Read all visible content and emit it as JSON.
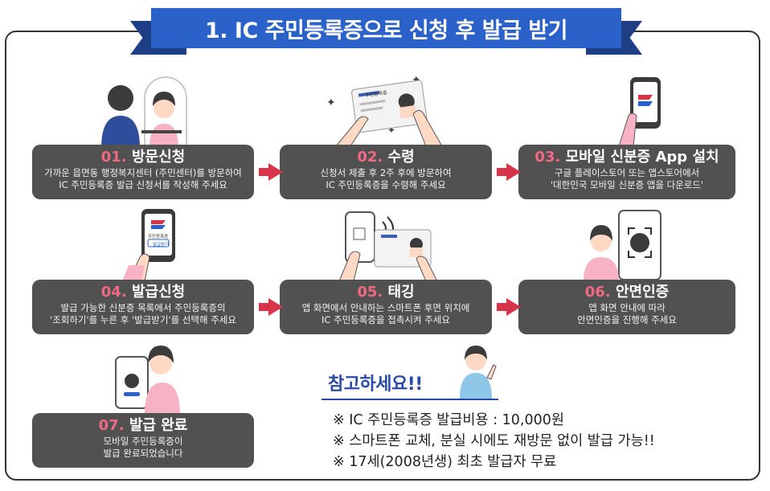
{
  "banner": {
    "title": "1. IC 주민등록증으로 신청 후 발급 받기"
  },
  "steps": [
    {
      "num": "01.",
      "title": "방문신청",
      "desc1": "가까운 읍면동 행정복지센터 (주민센터)를 방문하여",
      "desc2": "IC 주민등록증 발급 신청서를 작성해 주세요"
    },
    {
      "num": "02.",
      "title": "수령",
      "desc1": "신청서 제출 후 2주 후에 방문하여",
      "desc2": "IC 주민등록증을 수령해 주세요"
    },
    {
      "num": "03.",
      "title": "모바일 신분증 App 설치",
      "desc1": "구글 플레이스토어 또는 앱스토어에서",
      "desc2": "'대한민국 모바일 신분증 앱을 다운로드'"
    },
    {
      "num": "04.",
      "title": "발급신청",
      "desc1": "발급 가능한 신분증 목록에서 주민등록증의",
      "desc2": "'조회하기'를 누른 후 '발급받기'를 선택해 주세요"
    },
    {
      "num": "05.",
      "title": "태깅",
      "desc1": "앱 화면에서 안내하는 스마트폰 후면 위치에",
      "desc2": "IC 주민등록증을 접촉시켜 주세요"
    },
    {
      "num": "06.",
      "title": "안면인증",
      "desc1": "앱 화면 안내에 따라",
      "desc2": "안면인증을 진행해 주세요"
    },
    {
      "num": "07.",
      "title": "발급 완료",
      "desc1": "모바일 주민등록증이",
      "desc2": "발급 완료되었습니다"
    }
  ],
  "illustrations": {
    "card_label": "주민등록증",
    "phone_label": "주민등록증",
    "issue_button": "발급받기"
  },
  "reference": {
    "title": "참고하세요!!",
    "notes": [
      "※ IC 주민등록증 발급비용 : 10,000원",
      "※ 스마트폰 교체, 분실 시에도 재방문 없이 발급 가능!!",
      "※ 17세(2008년생) 최초 발급자 무료"
    ]
  },
  "colors": {
    "banner": "#2b62c9",
    "banner_dark": "#1e3f86",
    "card": "#515151",
    "accent": "#f06a84",
    "arrow": "#d7344a",
    "reference": "#2b4aa8"
  }
}
